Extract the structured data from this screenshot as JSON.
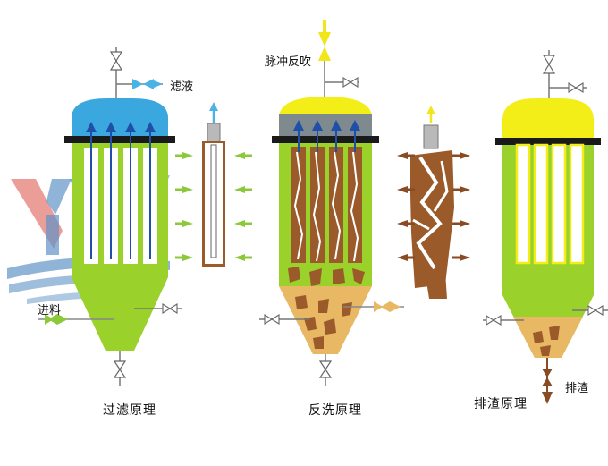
{
  "watermark": {
    "text": "YW"
  },
  "stages": [
    {
      "caption": "过滤原理",
      "inlet_label": "进料",
      "outlet_label": "滤液"
    },
    {
      "caption": "反洗原理",
      "pulse_label": "脉冲反吹"
    },
    {
      "caption": "排渣原理",
      "discharge_label": "排渣"
    }
  ],
  "colors": {
    "body_green": "#9ad12a",
    "dome_blue": "#3aa7df",
    "dome_gray": "#7f8a8f",
    "dome_yellow": "#f4ee18",
    "cake_brown": "#9a5a2a",
    "slurry_tan": "#e9b864",
    "plate_black": "#1a1a1a",
    "arrow_green": "#8bc83a",
    "arrow_brown": "#8a4a22",
    "arrow_blue": "#49b3e6",
    "arrow_yellow": "#f0e61a",
    "watermark_blue": "#2c6fb3",
    "watermark_red": "#d8463a"
  }
}
